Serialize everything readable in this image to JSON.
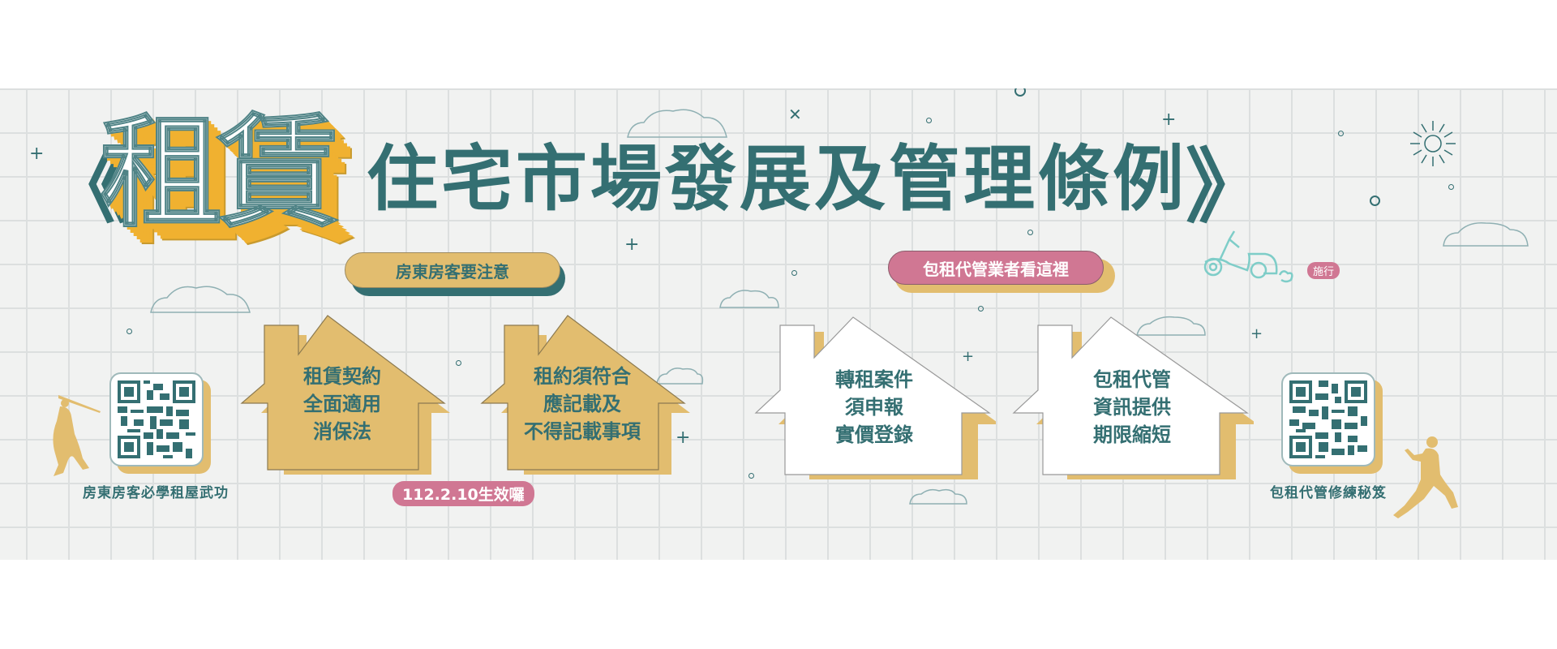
{
  "title": {
    "open_quote": "《",
    "highlight_chars": [
      "租",
      "賃"
    ],
    "main": "住宅市場發展及管理條例",
    "close_quote": "》"
  },
  "left_section": {
    "label": "房東房客要注意",
    "label_color": "#e2bd6f",
    "label_shadow_color": "#346f72",
    "houses": [
      {
        "lines": [
          "租賃契約",
          "全面適用",
          "消保法"
        ]
      },
      {
        "lines": [
          "租約須符合",
          "應記載及",
          "不得記載事項"
        ]
      }
    ],
    "effective_badge": "112.2.10生效囉",
    "qr_caption": "房東房客必學租屋武功"
  },
  "right_section": {
    "label": "包租代管業者看這裡",
    "label_color": "#d07793",
    "label_shadow_color": "#e2bd6f",
    "houses": [
      {
        "lines": [
          "轉租案件",
          "須申報",
          "實價登錄"
        ]
      },
      {
        "lines": [
          "包租代管",
          "資訊提供",
          "期限縮短"
        ]
      }
    ],
    "implement_tag": "施行",
    "qr_caption": "包租代管修練秘笈"
  },
  "colors": {
    "teal": "#346f72",
    "gold": "#e2bd6f",
    "bright_gold": "#f0b130",
    "pink": "#d07793",
    "background": "#f1f2f1",
    "mint": "#7ecdc8"
  },
  "decorations": [
    "cloud-icon",
    "sun-icon",
    "scooter-icon",
    "samurai-silhouette",
    "kungfu-silhouette",
    "plus-icon",
    "circle-icon",
    "x-icon"
  ]
}
